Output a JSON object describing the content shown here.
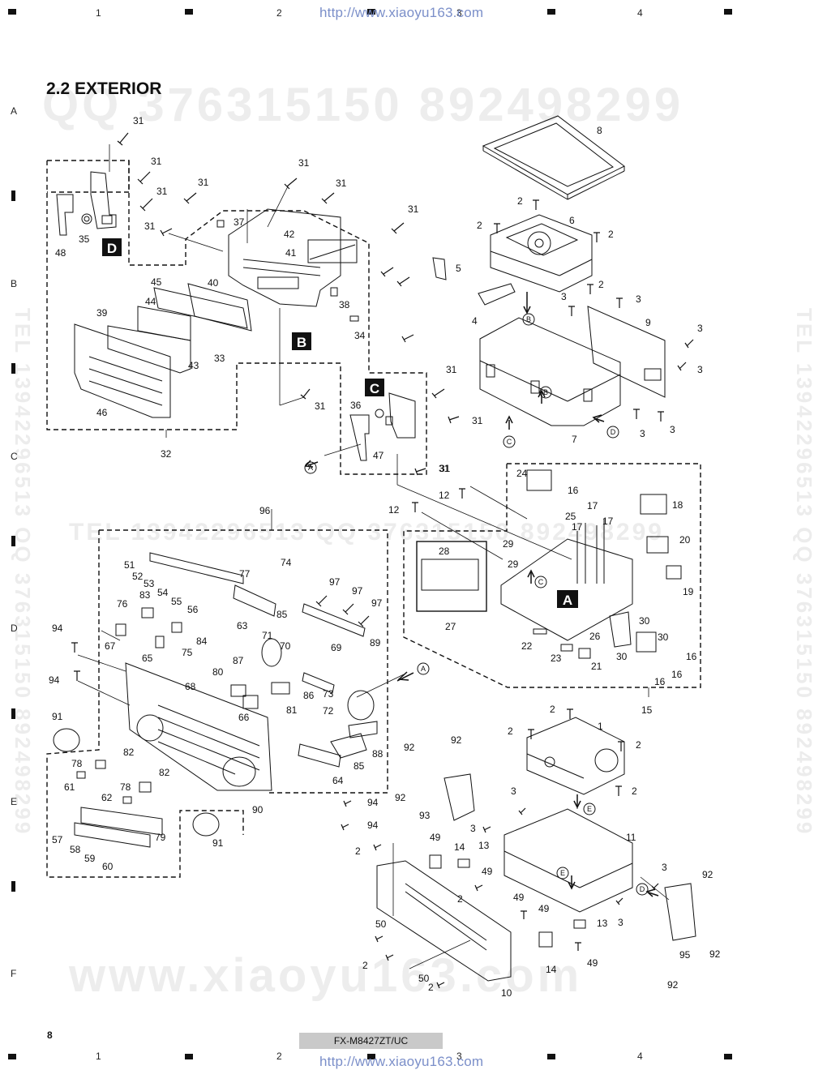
{
  "header": {
    "url": "http://www.xiaoyu163.com",
    "grid_numbers": [
      "1",
      "2",
      "3",
      "4"
    ]
  },
  "footer": {
    "url": "http://www.xiaoyu163.com",
    "grid_numbers": [
      "1",
      "2",
      "3",
      "4"
    ],
    "model": "FX-M8427ZT/UC",
    "page": "8"
  },
  "row_letters": [
    "A",
    "B",
    "C",
    "D",
    "E",
    "F"
  ],
  "section_title": "2.2 EXTERIOR",
  "watermarks": {
    "qq_line": "QQ 376315150   892498299",
    "tel_line": "TEL 13942296513",
    "www_line": "www.xiaoyu163.com",
    "side_text": "TEL 13942296513 QQ 376315150 892498299",
    "mid_text": "TEL 13942296513   QQ 376315150 892498299"
  },
  "sub_assembly_tags": [
    "A",
    "B",
    "C",
    "D",
    "E"
  ],
  "part_labels": {
    "top_left": [
      "31",
      "31",
      "31",
      "31",
      "31",
      "35",
      "48",
      "37",
      "42",
      "41",
      "31",
      "31",
      "31",
      "45",
      "40",
      "44",
      "39",
      "38",
      "34",
      "33",
      "43",
      "46",
      "31",
      "32",
      "36",
      "47",
      "31",
      "31",
      "31"
    ],
    "top_right": [
      "8",
      "2",
      "2",
      "6",
      "2",
      "2",
      "4",
      "3",
      "3",
      "9",
      "3",
      "3",
      "7",
      "3",
      "3",
      "5",
      "31"
    ],
    "middle_right": [
      "12",
      "12",
      "24",
      "16",
      "25",
      "18",
      "17",
      "17",
      "17",
      "29",
      "29",
      "28",
      "20",
      "19",
      "27",
      "22",
      "23",
      "21",
      "26",
      "30",
      "30",
      "30",
      "16",
      "16",
      "16",
      "15"
    ],
    "front_panel": [
      "96",
      "51",
      "52",
      "53",
      "54",
      "55",
      "56",
      "77",
      "74",
      "76",
      "83",
      "97",
      "97",
      "97",
      "85",
      "63",
      "89",
      "84",
      "67",
      "65",
      "75",
      "71",
      "70",
      "69",
      "94",
      "94",
      "80",
      "87",
      "68",
      "86",
      "73",
      "91",
      "66",
      "81",
      "72",
      "82",
      "88",
      "85",
      "78",
      "61",
      "82",
      "64",
      "62",
      "78",
      "90",
      "94",
      "94",
      "57",
      "79",
      "58",
      "59",
      "60",
      "91"
    ],
    "chassis": [
      "2",
      "1",
      "2",
      "2",
      "92",
      "92",
      "92",
      "93",
      "3",
      "3",
      "11",
      "2",
      "49",
      "14",
      "13",
      "49",
      "2",
      "3",
      "3",
      "92",
      "49",
      "49",
      "13",
      "50",
      "2",
      "2",
      "14",
      "49",
      "95",
      "92",
      "50",
      "92",
      "2",
      "10"
    ]
  },
  "colors": {
    "line": "#111111",
    "tag_bg": "#111111",
    "tag_fg": "#ffffff",
    "footer_bg": "#c9c9c9",
    "url": "#7b8fc9",
    "watermark": "#ececec"
  }
}
